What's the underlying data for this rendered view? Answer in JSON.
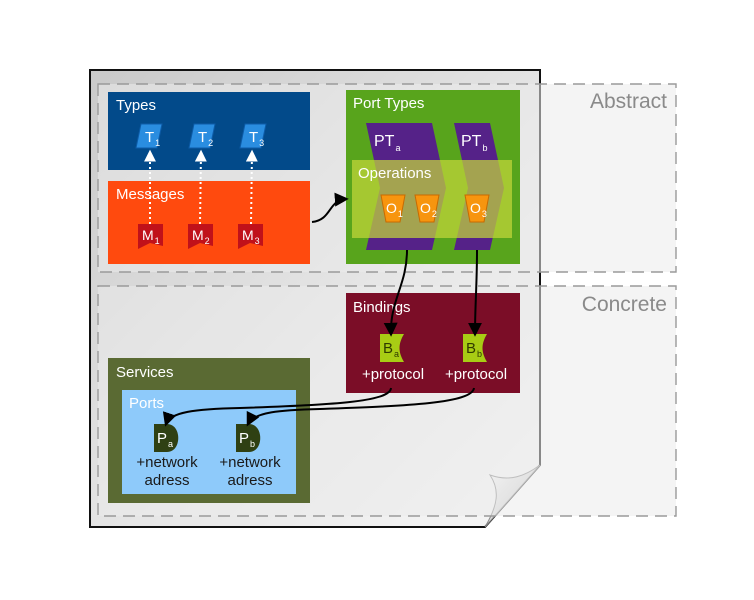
{
  "zones": {
    "abstract": "Abstract",
    "concrete": "Concrete"
  },
  "types": {
    "title": "Types",
    "items": [
      {
        "main": "T",
        "sub": "1"
      },
      {
        "main": "T",
        "sub": "2"
      },
      {
        "main": "T",
        "sub": "3"
      }
    ]
  },
  "messages": {
    "title": "Messages",
    "items": [
      {
        "main": "M",
        "sub": "1"
      },
      {
        "main": "M",
        "sub": "2"
      },
      {
        "main": "M",
        "sub": "3"
      }
    ]
  },
  "port_types": {
    "title": "Port Types",
    "items": [
      {
        "main": "PT",
        "sub": "a"
      },
      {
        "main": "PT",
        "sub": "b"
      }
    ],
    "operations": {
      "title": "Operations",
      "items": [
        {
          "main": "O",
          "sub": "1"
        },
        {
          "main": "O",
          "sub": "2"
        },
        {
          "main": "O",
          "sub": "3"
        }
      ]
    }
  },
  "bindings": {
    "title": "Bindings",
    "items": [
      {
        "main": "B",
        "sub": "a",
        "note": "+protocol"
      },
      {
        "main": "B",
        "sub": "b",
        "note": "+protocol"
      }
    ]
  },
  "services": {
    "title": "Services",
    "ports": {
      "title": "Ports",
      "items": [
        {
          "main": "P",
          "sub": "a",
          "note1": "+network",
          "note2": "adress"
        },
        {
          "main": "P",
          "sub": "b",
          "note1": "+network",
          "note2": "adress"
        }
      ]
    }
  },
  "colors": {
    "types_bg": "#024a8a",
    "type_icon": "#2a8de0",
    "messages_bg": "#ff4a0e",
    "message_icon": "#c0111a",
    "port_types_bg": "#58a41c",
    "port_type_shape": "#552288",
    "operations_bg": "#c4d63a",
    "operation_icon": "#f7950e",
    "bindings_bg": "#7b0d27",
    "binding_icon": "#a8cc14",
    "services_bg": "#5a6a33",
    "ports_bg": "#8ecafa",
    "port_icon": "#2f4013"
  }
}
